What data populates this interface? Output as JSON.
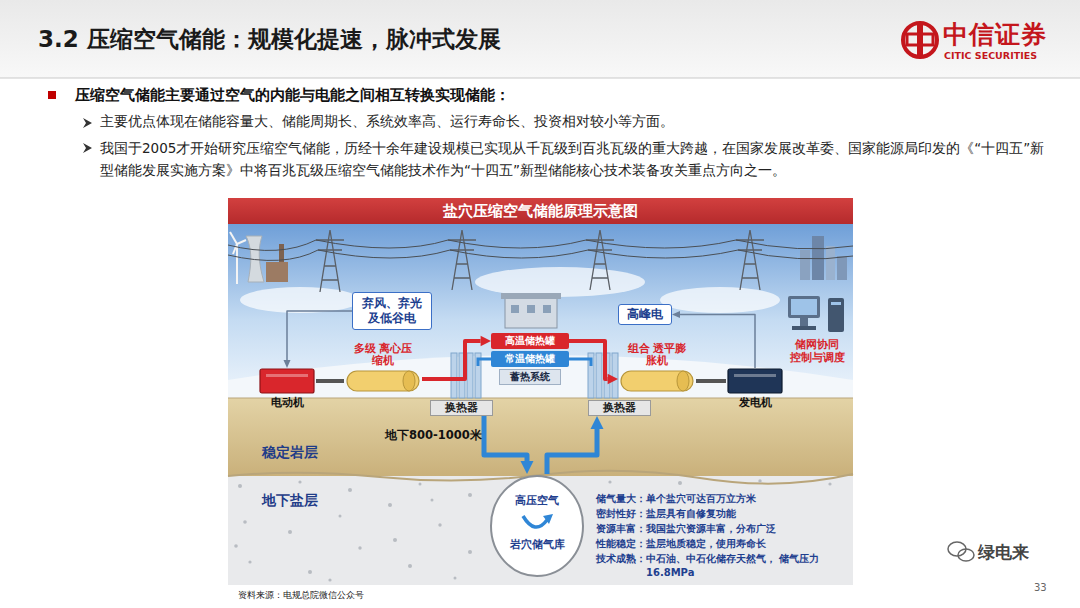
{
  "diagram": {
    "title": "3.2 压缩空气储能：规模化提速，脉冲式发展",
    "nodes": [
      {
        "text": [
          "盐穴压缩空气储能原理示意图"
        ]
      },
      {
        "text": [
          "弃风、弃光 及低谷电"
        ]
      },
      {
        "text": [
          "高峰电"
        ]
      },
      {
        "text": [
          "高温储热罐"
        ]
      },
      {
        "text": [
          "常温储热罐"
        ]
      },
      {
        "text": [
          "蓄热系统"
        ]
      },
      {
        "text": [
          "多级 离心压缩机"
        ]
      },
      {
        "text": [
          "组合 透平膨胀机"
        ]
      },
      {
        "text": [
          "电动机"
        ]
      },
      {
        "text": [
          "发电机"
        ]
      },
      {
        "text": [
          "换热器"
        ]
      },
      {
        "text": [
          "换热器"
        ]
      },
      {
        "text": [
          "高压空气",
          "岩穴储气库"
        ]
      },
      {
        "text": [
          "储网协同 控制与调度"
        ]
      }
    ],
    "edges": [
      {
        "from": 8,
        "to": 6,
        "arrow": "none"
      },
      {
        "from": 6,
        "to": 3,
        "arrow": "to"
      },
      {
        "from": 3,
        "to": 7,
        "arrow": "to"
      },
      {
        "from": 10,
        "to": 12,
        "arrow": "to"
      },
      {
        "from": 12,
        "to": 11,
        "arrow": "to"
      },
      {
        "from": 7,
        "to": 9,
        "arrow": "none"
      },
      {
        "from": 1,
        "to": 8,
        "arrow": "to"
      },
      {
        "from": 9,
        "to": 2,
        "arrow": "to"
      }
    ],
    "labels": [
      "中信证券",
      "CITIC SECURITIES",
      "压缩空气储能主要通过空气的内能与电能之间相互转换实现储能：",
      "主要优点体现在储能容量大、储能周期长、系统效率高、运行寿命长、投资相对较小等方面。",
      "我国于2005才开始研究压缩空气储能，历经十余年建设规模已实现从千瓦级到百兆瓦级的重大跨越，在国家发展改革委、国家能源局印发的《“十四五”新型储能发展实施方案》中将百兆瓦级压缩空气储能技术作为“十四五”新型储能核心技术装备攻关重点方向之一。",
      "地下800-1000米",
      "稳定岩层",
      "地下盐层",
      "储气量大：单个盐穴可达百万立方米",
      "密封性好：盐层具有自修复功能",
      "资源丰富：我国盐穴资源丰富，分布广泛",
      "性能稳定：盐层地质稳定，使用寿命长",
      "技术成熟：中石油、中石化储存天然气， 储气压力16.8MPa",
      "资料来源：电规总院微信公众号",
      "33",
      "绿电来"
    ]
  }
}
